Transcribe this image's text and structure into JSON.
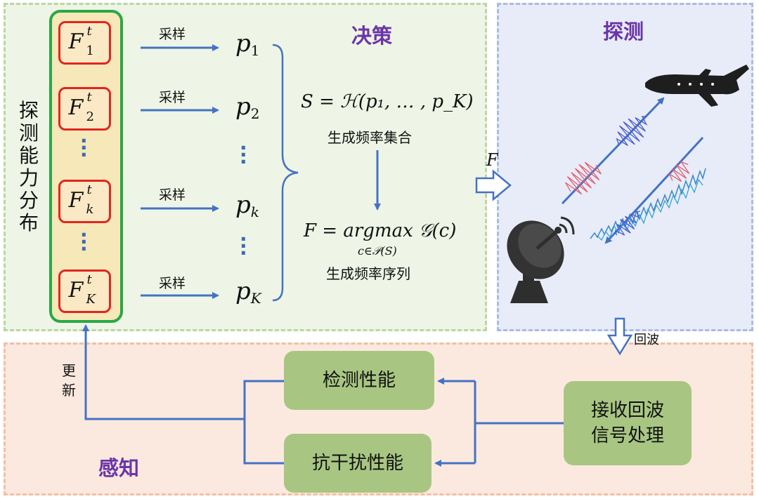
{
  "sections": {
    "decision": "决策",
    "detection": "探测",
    "perception": "感知"
  },
  "distribution": {
    "vertical_label": [
      "探",
      "测",
      "能",
      "力",
      "分",
      "布"
    ],
    "boxes": [
      {
        "symbol": "F",
        "sup": "t",
        "sub": "1"
      },
      {
        "symbol": "F",
        "sup": "t",
        "sub": "2"
      },
      {
        "symbol": "F",
        "sup": "t",
        "sub": "k"
      },
      {
        "symbol": "F",
        "sup": "t",
        "sub": "K"
      }
    ]
  },
  "sampling": {
    "label": "采样",
    "p_items": [
      {
        "symbol": "p",
        "sub": "1"
      },
      {
        "symbol": "p",
        "sub": "2"
      },
      {
        "symbol": "p",
        "sub": "k"
      },
      {
        "symbol": "p",
        "sub": "K"
      }
    ]
  },
  "decision_steps": {
    "formula1": "S = ℋ(p₁, … , p_K)",
    "step1_label": "生成频率集合",
    "formula2": "F = argmax 𝒢(c)",
    "formula2_sub": "c∈𝒫(S)",
    "step2_label": "生成频率序列",
    "output_symbol": "F"
  },
  "detection": {
    "echo_label": "回波"
  },
  "perception": {
    "update_label": [
      "更",
      "新"
    ],
    "detection_perf": "检测性能",
    "anti_jam_perf": "抗干扰性能",
    "signal_processing": [
      "接收回波",
      "信号处理"
    ]
  },
  "colors": {
    "title_purple": "#6a35a8",
    "arrow_blue": "#4472c4",
    "green_border": "#2aa845",
    "red_border": "#e0261f",
    "box_green": "#a8c682"
  }
}
